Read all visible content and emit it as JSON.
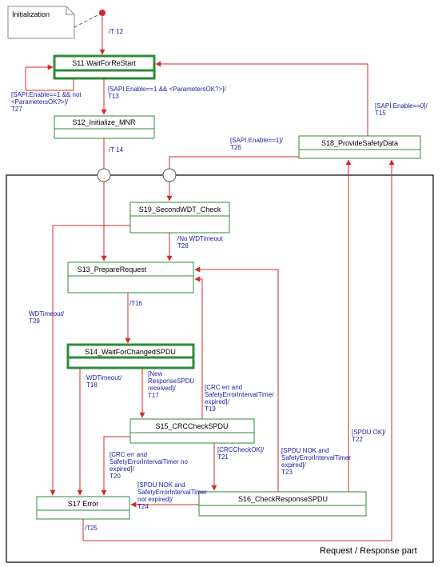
{
  "note": {
    "text": "Initialization"
  },
  "region": {
    "label": "Request / Response part"
  },
  "colors": {
    "state_border": "#2e8b3a",
    "arrow": "#d42a2a",
    "label": "#1a1aa6",
    "region_border": "#000000"
  },
  "states": {
    "s11": "S11  WaitForReStart",
    "s12": "S12_Initialize_MNR",
    "s18": "S18_ProvideSafetyData",
    "s19": "S19_SecondWDT_Check",
    "s13": "S13_PrepareRequest",
    "s14": "S14_WaitForChangedSPDU",
    "s15": "S15_CRCCheckSPDU",
    "s16": "S16_CheckResponseSPDU",
    "s17": "S17  Error"
  },
  "transitions": {
    "t12": [
      "/T 12"
    ],
    "t27": [
      "[SAPI.Enable==1 && not",
      "<ParametersOK?>]/",
      "T27"
    ],
    "t13": [
      "[SAPI.Enable==1 && <ParametersOK?>]/",
      "T13"
    ],
    "t14": [
      "/T 14"
    ],
    "t15": [
      "[SAPI.Enable==0]/",
      "T15"
    ],
    "t26": [
      "[SAPI.Enable==1]/",
      "T26"
    ],
    "t28": [
      "/No WDTimeout",
      "T28"
    ],
    "t29": [
      "WDTimeout/",
      "T29"
    ],
    "t16": [
      "/T16"
    ],
    "t18": [
      "WDTimeout/",
      "T18"
    ],
    "t17": [
      "[New",
      "ResponseSPDU",
      "received]/",
      "T17"
    ],
    "t19": [
      "[CRC err and",
      "SafetyErrorIntervalTimer",
      "expired]/",
      "T19"
    ],
    "t20": [
      "[CRC err and",
      "SafetyErrorIntervalTimer no",
      "expired]/",
      "T20"
    ],
    "t21": [
      "[CRCCheckOK]/",
      "T21"
    ],
    "t23": [
      "[SPDU NOK and",
      "SafetyErrorIntervalTimer",
      "expired]/",
      "T23"
    ],
    "t22": [
      "[SPDU OK]/",
      "T22"
    ],
    "t24": [
      "[SPDU NOK and",
      "SafetyErrorIntervalTimer",
      "not expired]/",
      "T24"
    ],
    "t25": [
      "/T25"
    ]
  }
}
